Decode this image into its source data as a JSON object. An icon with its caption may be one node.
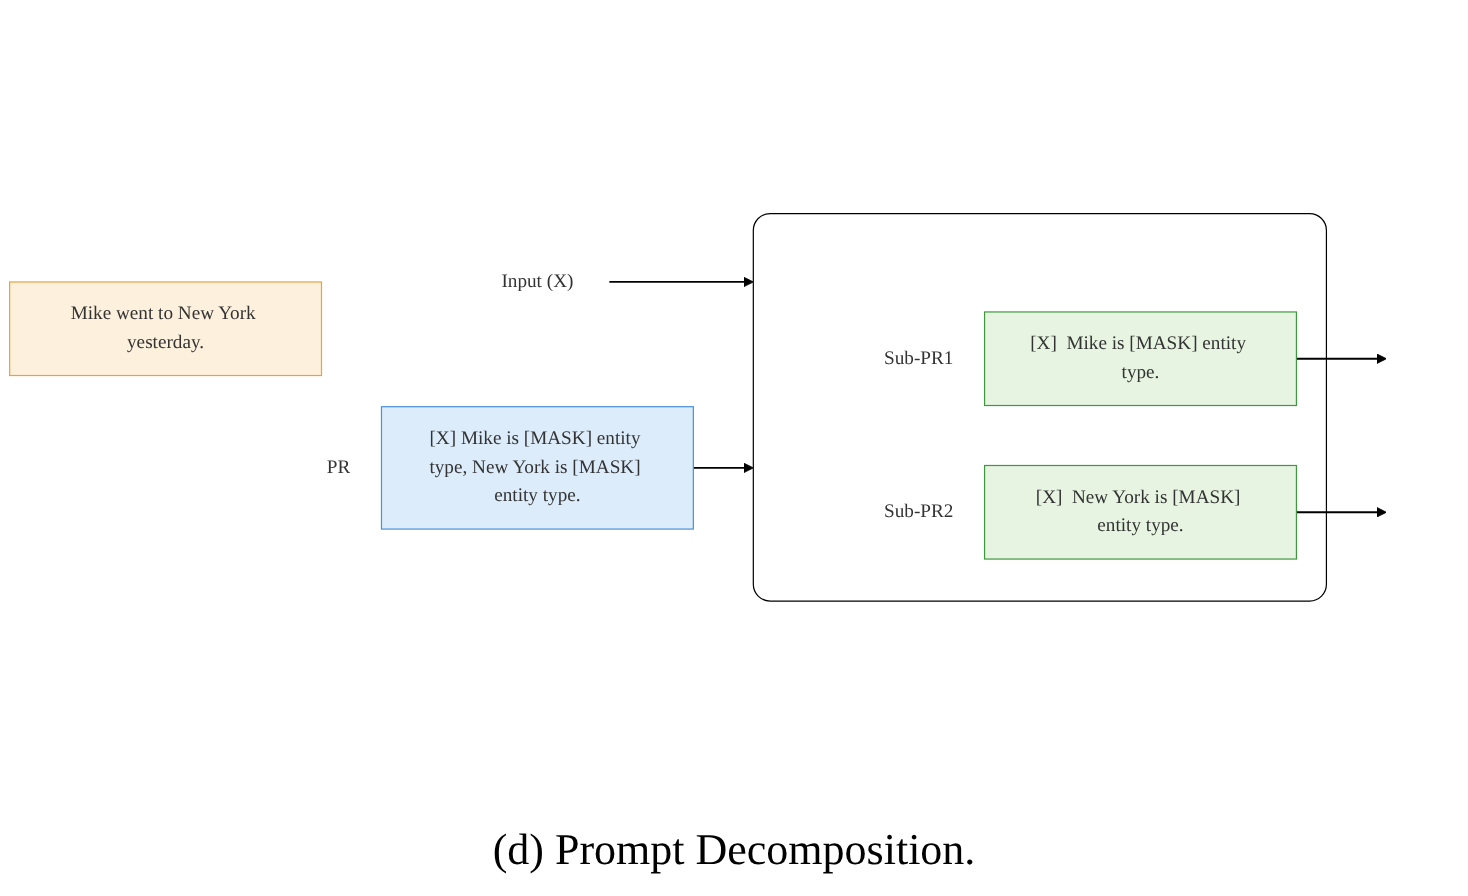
{
  "diagram": {
    "caption": "(d) Prompt Decomposition.",
    "nodes": [
      {
        "text": [
          "Input (X)"
        ]
      },
      {
        "text": [
          "Mike went to New York yesterday."
        ]
      },
      {
        "text": [
          "[X] Mike is [MASK] entity type, New York is [MASK] entity type."
        ],
        "beside": [
          "PR"
        ]
      },
      {
        "text": [],
        "shape": "box"
      },
      {
        "text": [
          "[X]  Mike is [MASK] entity type."
        ],
        "beside": [
          "Sub-PR1"
        ],
        "in": 3
      },
      {
        "text": [
          "[X]  New York is [MASK] entity type."
        ],
        "beside": [
          "Sub-PR2"
        ],
        "in": 3
      }
    ],
    "edges": [
      {
        "from": 0,
        "to": 3,
        "arrow": "to"
      },
      {
        "from": 2,
        "to": 3,
        "arrow": "to"
      },
      {
        "from": 4,
        "to": null,
        "arrow": "to"
      },
      {
        "from": 5,
        "to": null,
        "arrow": "to"
      }
    ]
  }
}
